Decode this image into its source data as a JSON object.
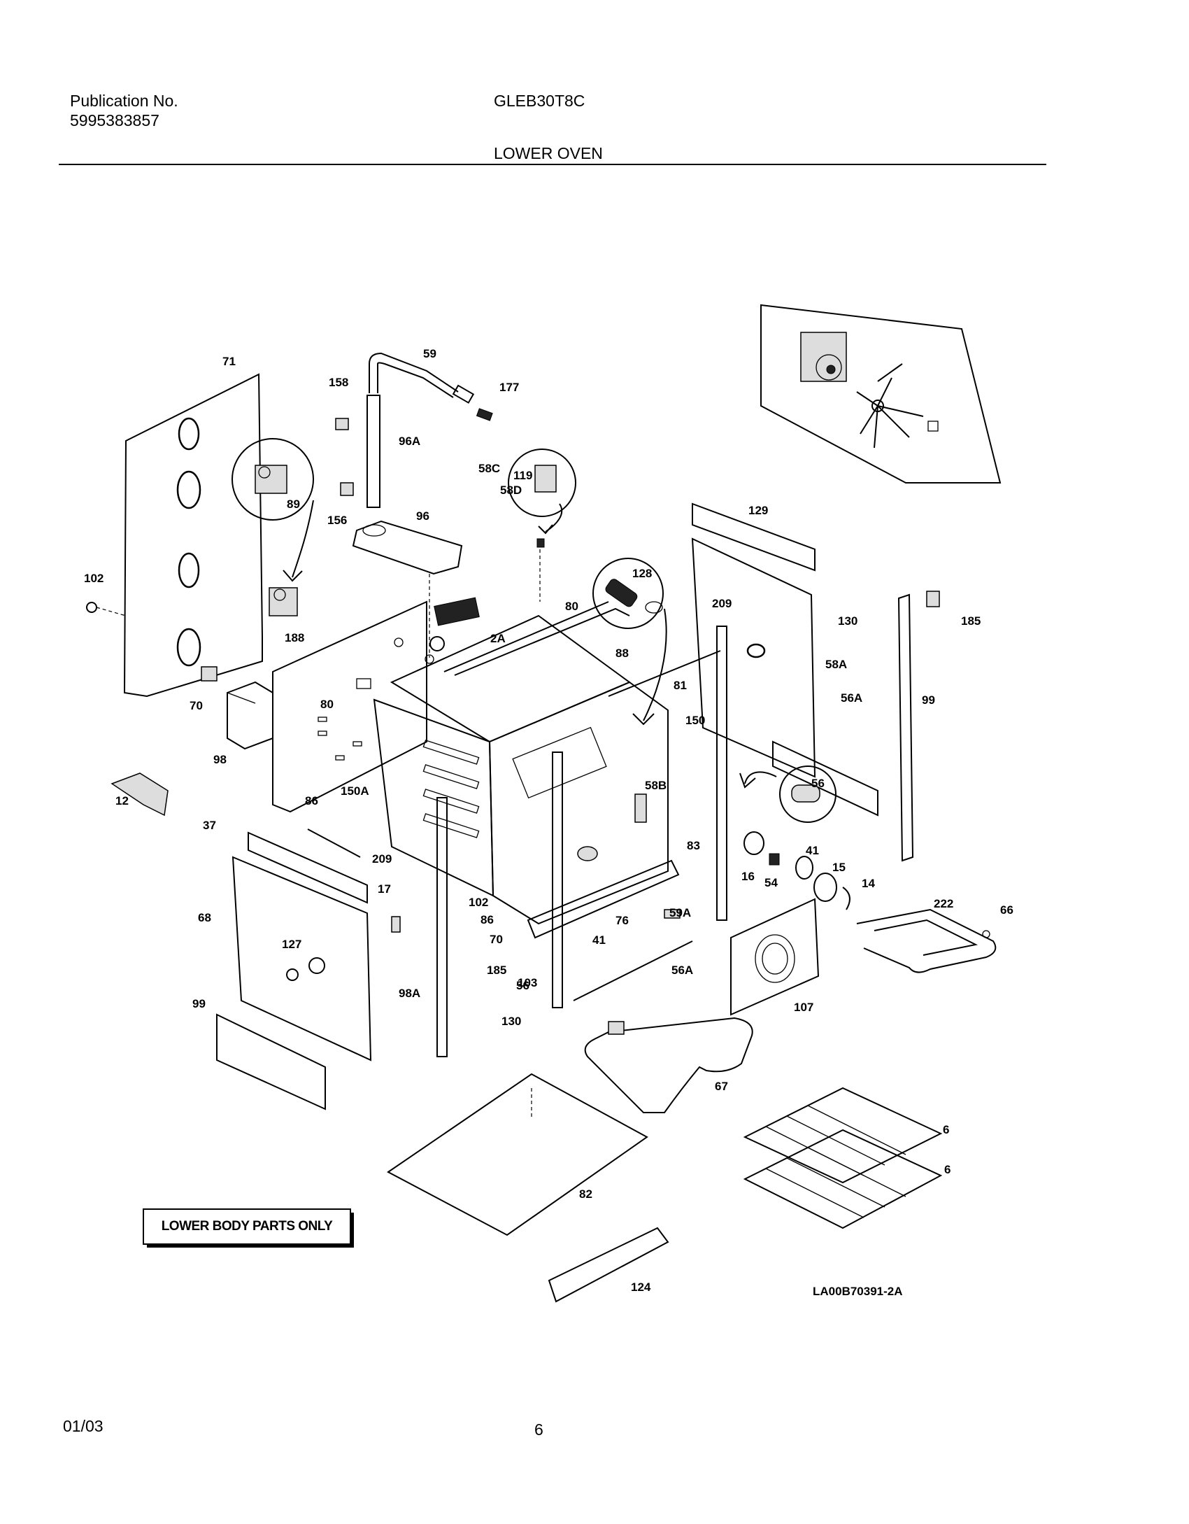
{
  "header": {
    "publication_label": "Publication No.",
    "publication_number": "5995383857",
    "model": "GLEB30T8C",
    "section_title": "LOWER OVEN"
  },
  "callouts": [
    "71",
    "59",
    "158",
    "177",
    "96A",
    "89",
    "156",
    "96",
    "119",
    "58C",
    "58D",
    "128",
    "129",
    "209",
    "130",
    "185",
    "102",
    "188",
    "80",
    "2A",
    "88",
    "58A",
    "70",
    "80",
    "81",
    "56A",
    "99",
    "98",
    "150",
    "56",
    "12",
    "150A",
    "58B",
    "86",
    "37",
    "209",
    "83",
    "41",
    "15",
    "16",
    "54",
    "14",
    "17",
    "102",
    "86",
    "76",
    "59A",
    "222",
    "66",
    "68",
    "70",
    "41",
    "127",
    "185",
    "103",
    "56A",
    "107",
    "56",
    "98A",
    "99",
    "130",
    "67",
    "6",
    "6",
    "82",
    "124"
  ],
  "note_box": "LOWER BODY PARTS ONLY",
  "drawing_number": "LA00B70391-2A",
  "footer": {
    "date": "01/03",
    "page": "6"
  }
}
